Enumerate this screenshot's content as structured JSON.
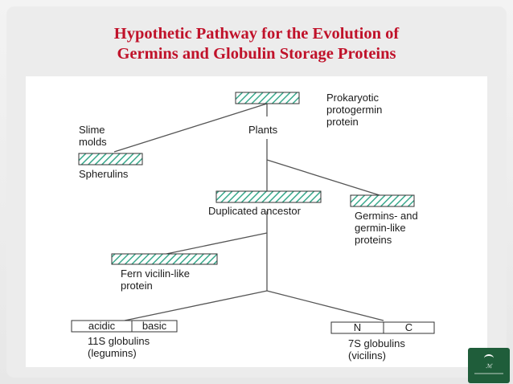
{
  "slide": {
    "title_line1": "Hypothetic Pathway for the Evolution of",
    "title_line2": "Germins and Globulin Storage Proteins"
  },
  "diagram": {
    "root": {
      "lines": [
        "Prokaryotic",
        "protogermin",
        "protein"
      ]
    },
    "slime_molds": {
      "lines": [
        "Slime",
        "molds"
      ]
    },
    "spherulins": "Spherulins",
    "plants": "Plants",
    "duplicated_ancestor": "Duplicated ancestor",
    "germins": {
      "lines": [
        "Germins- and",
        "germin-like",
        "proteins"
      ]
    },
    "fern": {
      "lines": [
        "Fern vicilin-like",
        "protein"
      ]
    },
    "legumins": {
      "segments": [
        "acidic",
        "basic"
      ],
      "lines": [
        "11S globulins",
        "(legumins)"
      ]
    },
    "vicilins": {
      "segments": [
        "N",
        "C"
      ],
      "lines": [
        "7S globulins",
        "(vicilins)"
      ]
    }
  },
  "colors": {
    "title": "#c0122a",
    "hatch": "#3aa98c",
    "line": "#555555",
    "logo_bg": "#1f5d3a"
  }
}
